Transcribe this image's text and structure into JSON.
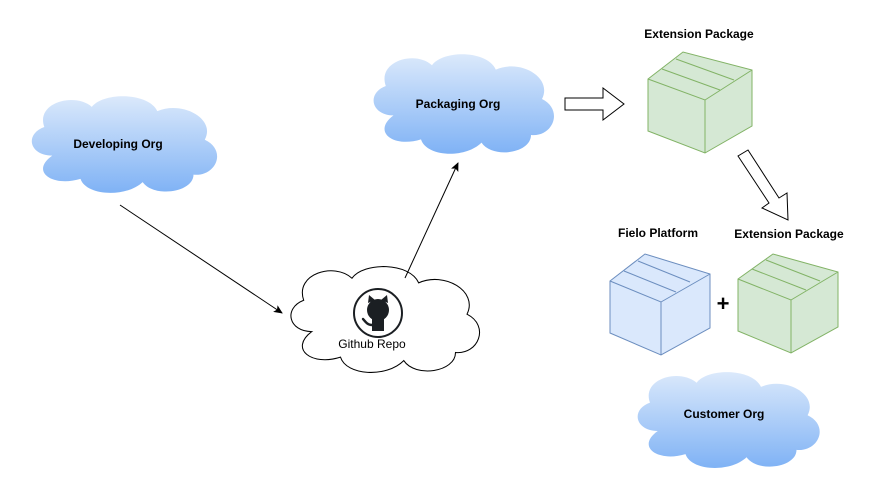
{
  "nodes": {
    "developing_org": "Developing Org",
    "packaging_org": "Packaging Org",
    "github_repo": "Github Repo",
    "extension_package_top": "Extension Package",
    "fielo_platform": "Fielo Platform",
    "extension_package_bottom": "Extension Package",
    "customer_org": "Customer Org",
    "plus_sign": "+"
  },
  "colors": {
    "cloud_blue_top": "#dbe9fb",
    "cloud_blue_bottom": "#7fb2f5",
    "cloud_white": "#ffffff",
    "package_green_fill": "#d5e8d4",
    "package_green_stroke": "#82b366",
    "package_blue_fill": "#dae8fc",
    "package_blue_stroke": "#6c8ebf",
    "edge": "#000000"
  },
  "icons": {
    "github": "github-octocat-icon"
  }
}
